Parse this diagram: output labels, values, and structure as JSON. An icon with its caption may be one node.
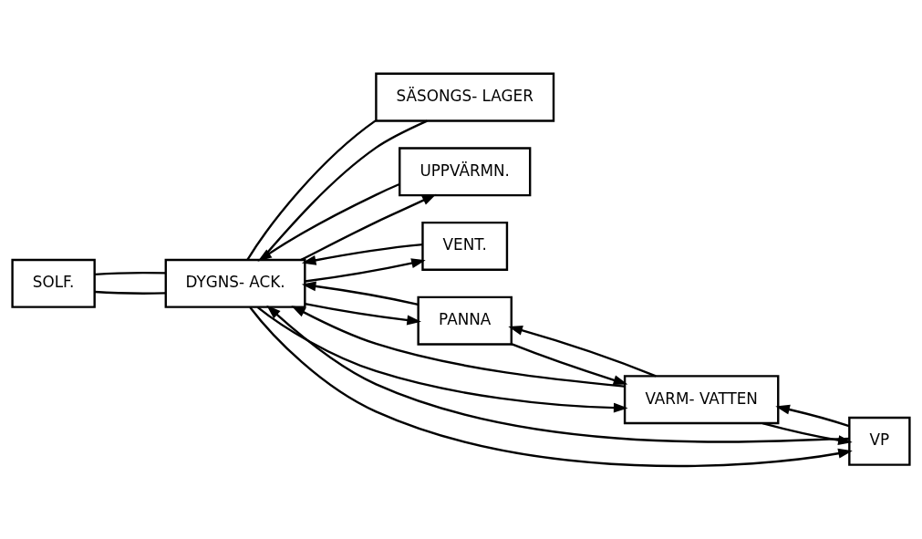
{
  "diagram": {
    "nodes": [
      {
        "text": [
          "SOLF."
        ]
      },
      {
        "text": [
          "DYGNS- ACK."
        ]
      },
      {
        "text": [
          "SÄSONGS- LAGER"
        ]
      },
      {
        "text": [
          "UPPVÄRMN."
        ]
      },
      {
        "text": [
          "VENT."
        ]
      },
      {
        "text": [
          "PANNA"
        ]
      },
      {
        "text": [
          "VARM- VATTEN"
        ]
      },
      {
        "text": [
          "VP"
        ]
      }
    ],
    "edges": [
      {
        "from": 0,
        "to": 1,
        "arrow": "none"
      },
      {
        "from": 0,
        "to": 1,
        "arrow": "none"
      },
      {
        "from": 1,
        "to": 2,
        "arrow": "none"
      },
      {
        "from": 1,
        "to": 2,
        "arrow": "none"
      },
      {
        "from": 1,
        "to": 3,
        "arrow": "to"
      },
      {
        "from": 3,
        "to": 1,
        "arrow": "to"
      },
      {
        "from": 1,
        "to": 4,
        "arrow": "to"
      },
      {
        "from": 4,
        "to": 1,
        "arrow": "to"
      },
      {
        "from": 1,
        "to": 5,
        "arrow": "to"
      },
      {
        "from": 5,
        "to": 1,
        "arrow": "to"
      },
      {
        "from": 5,
        "to": 6,
        "arrow": "to"
      },
      {
        "from": 6,
        "to": 5,
        "arrow": "to"
      },
      {
        "from": 1,
        "to": 6,
        "arrow": "to"
      },
      {
        "from": 6,
        "to": 1,
        "arrow": "to"
      },
      {
        "from": 7,
        "to": 6,
        "arrow": "to"
      },
      {
        "from": 6,
        "to": 7,
        "arrow": "to"
      },
      {
        "from": 7,
        "to": 1,
        "arrow": "to"
      },
      {
        "from": 1,
        "to": 7,
        "arrow": "to"
      }
    ]
  }
}
